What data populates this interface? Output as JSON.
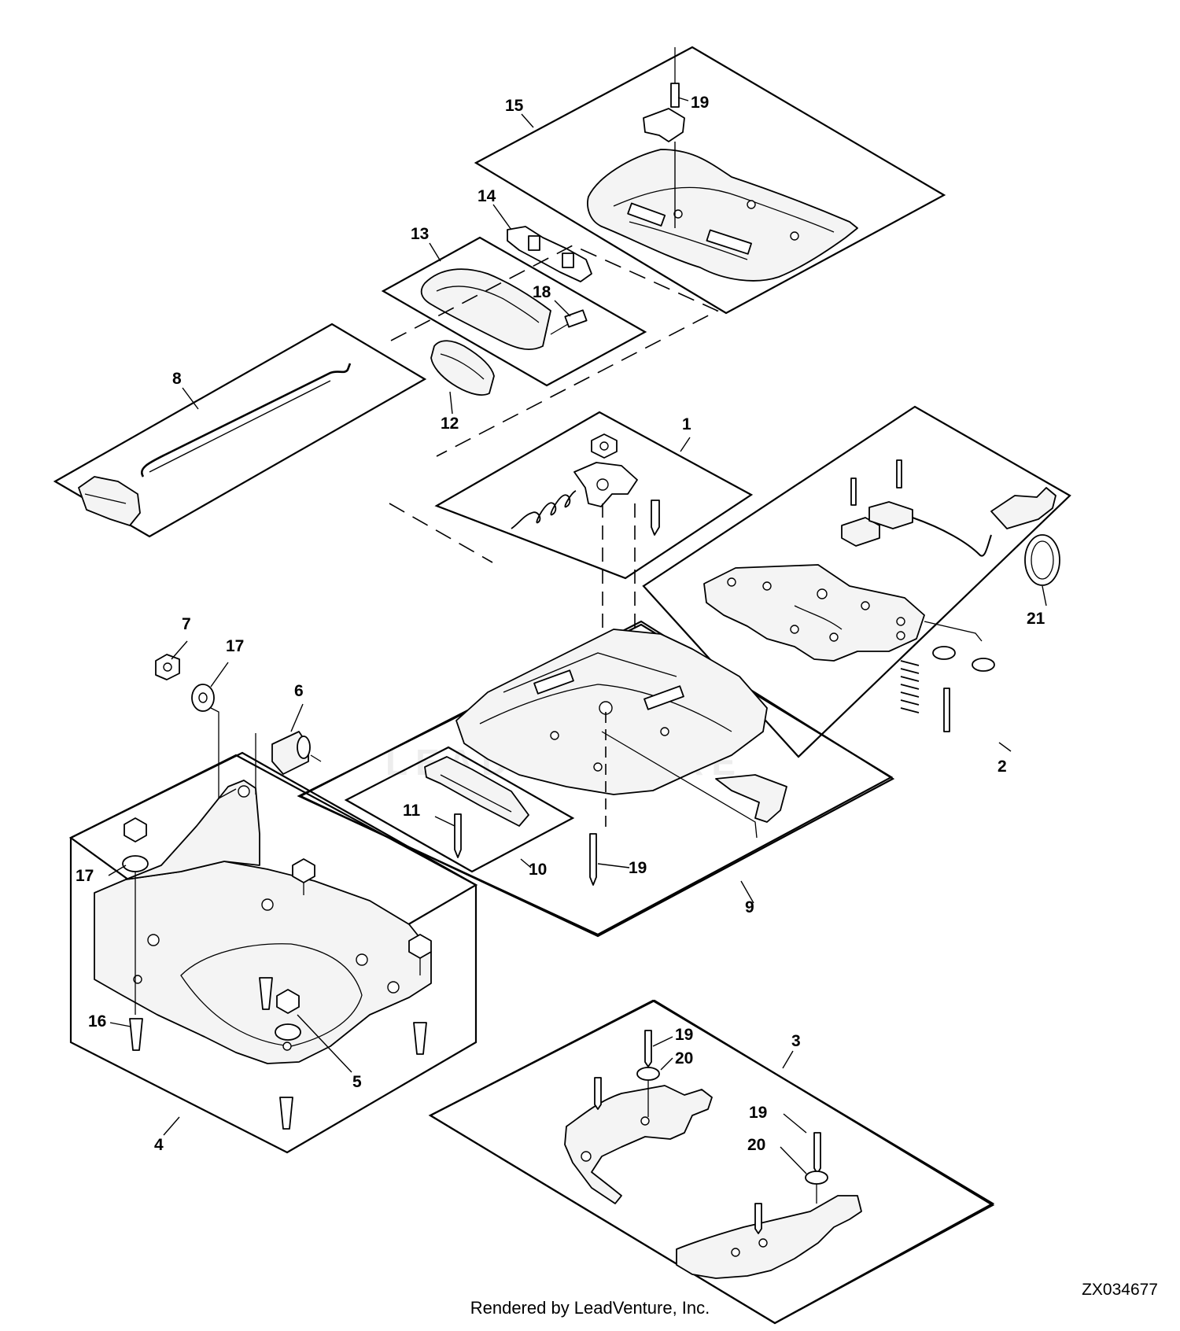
{
  "diagram": {
    "callouts": {
      "c1": "1",
      "c2": "2",
      "c3": "3",
      "c4": "4",
      "c5": "5",
      "c6": "6",
      "c7": "7",
      "c8": "8",
      "c9": "9",
      "c10": "10",
      "c11": "11",
      "c12": "12",
      "c13": "13",
      "c14": "14",
      "c15": "15",
      "c16": "16",
      "c17a": "17",
      "c17b": "17",
      "c18": "18",
      "c19a": "19",
      "c19b": "19",
      "c19c": "19",
      "c19d": "19",
      "c20a": "20",
      "c20b": "20",
      "c21": "21"
    },
    "watermark": "LEADVENTURE"
  },
  "footer": {
    "credit": "Rendered by LeadVenture, Inc.",
    "reference": "ZX034677"
  }
}
